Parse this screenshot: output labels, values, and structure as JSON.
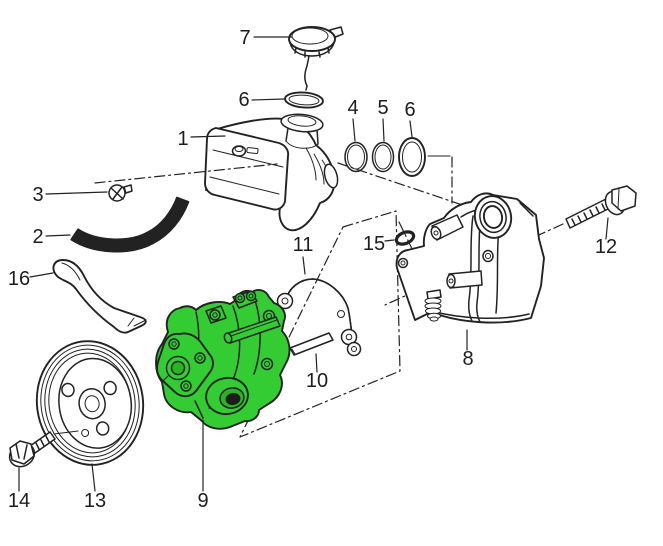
{
  "figure": {
    "type": "exploded-parts-diagram",
    "subject": "power-steering-pump-assembly",
    "background_color": "#ffffff",
    "line_color": "#222222",
    "highlight_color": "#33cc33",
    "highlighted_callout": "9",
    "callouts": [
      {
        "label": "1",
        "part": "fluid-reservoir"
      },
      {
        "label": "2",
        "part": "hose"
      },
      {
        "label": "3",
        "part": "clip"
      },
      {
        "label": "4",
        "part": "sealing-ring"
      },
      {
        "label": "5",
        "part": "sealing-ring"
      },
      {
        "label": "6",
        "part": "sealing-ring-large"
      },
      {
        "label": "6",
        "part": "cap-o-ring"
      },
      {
        "label": "7",
        "part": "reservoir-cap"
      },
      {
        "label": "8",
        "part": "support-bracket"
      },
      {
        "label": "9",
        "part": "power-steering-pump",
        "highlighted": true
      },
      {
        "label": "10",
        "part": "pin"
      },
      {
        "label": "11",
        "part": "retaining-clamp"
      },
      {
        "label": "12",
        "part": "bolt"
      },
      {
        "label": "13",
        "part": "pulley"
      },
      {
        "label": "14",
        "part": "pulley-bolt"
      },
      {
        "label": "15",
        "part": "o-ring"
      },
      {
        "label": "16",
        "part": "support-lever"
      }
    ]
  }
}
